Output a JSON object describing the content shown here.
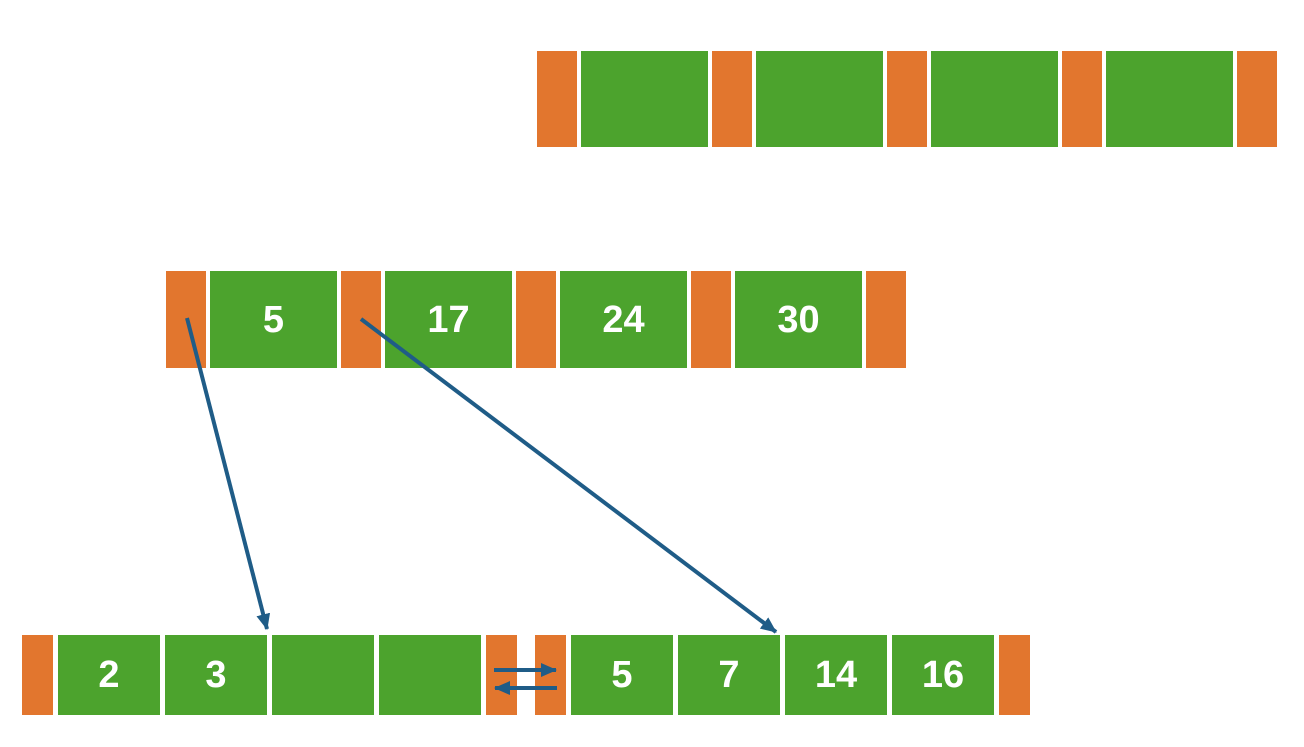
{
  "colors": {
    "pointer_block": "#e2762e",
    "key_block": "#4ca32d",
    "arrow": "#1f5c87",
    "cell_text": "#ffffff",
    "background": "#ffffff"
  },
  "nodes": {
    "root": {
      "label": "root-node",
      "cells": [
        {
          "type": "pointer",
          "value": ""
        },
        {
          "type": "key",
          "value": ""
        },
        {
          "type": "pointer",
          "value": ""
        },
        {
          "type": "key",
          "value": ""
        },
        {
          "type": "pointer",
          "value": ""
        },
        {
          "type": "key",
          "value": ""
        },
        {
          "type": "pointer",
          "value": ""
        },
        {
          "type": "key",
          "value": ""
        },
        {
          "type": "pointer",
          "value": ""
        }
      ]
    },
    "internal": {
      "label": "internal-node",
      "cells": [
        {
          "type": "pointer",
          "value": ""
        },
        {
          "type": "key",
          "value": "5"
        },
        {
          "type": "pointer",
          "value": ""
        },
        {
          "type": "key",
          "value": "17"
        },
        {
          "type": "pointer",
          "value": ""
        },
        {
          "type": "key",
          "value": "24"
        },
        {
          "type": "pointer",
          "value": ""
        },
        {
          "type": "key",
          "value": "30"
        },
        {
          "type": "pointer",
          "value": ""
        }
      ]
    },
    "leaf_left": {
      "label": "left-leaf-node",
      "cells": [
        {
          "type": "pointer",
          "value": ""
        },
        {
          "type": "key",
          "value": "2"
        },
        {
          "type": "key",
          "value": "3"
        },
        {
          "type": "key",
          "value": ""
        },
        {
          "type": "key",
          "value": ""
        },
        {
          "type": "pointer",
          "value": ""
        }
      ]
    },
    "leaf_right": {
      "label": "right-leaf-node",
      "cells": [
        {
          "type": "pointer",
          "value": ""
        },
        {
          "type": "key",
          "value": "5"
        },
        {
          "type": "key",
          "value": "7"
        },
        {
          "type": "key",
          "value": "14"
        },
        {
          "type": "key",
          "value": "16"
        },
        {
          "type": "pointer",
          "value": ""
        }
      ]
    }
  },
  "arrows": [
    {
      "name": "pointer-arrow-internal-to-left-leaf",
      "from": "internal first pointer",
      "to": "left leaf",
      "direction": "down"
    },
    {
      "name": "pointer-arrow-internal-to-right-leaf",
      "from": "internal second pointer",
      "to": "right leaf",
      "direction": "down"
    },
    {
      "name": "leaf-next-sibling-arrow",
      "from": "left leaf end pointer",
      "to": "right leaf start pointer",
      "direction": "right"
    },
    {
      "name": "leaf-prev-sibling-arrow",
      "from": "right leaf start pointer",
      "to": "left leaf end pointer",
      "direction": "left"
    }
  ]
}
